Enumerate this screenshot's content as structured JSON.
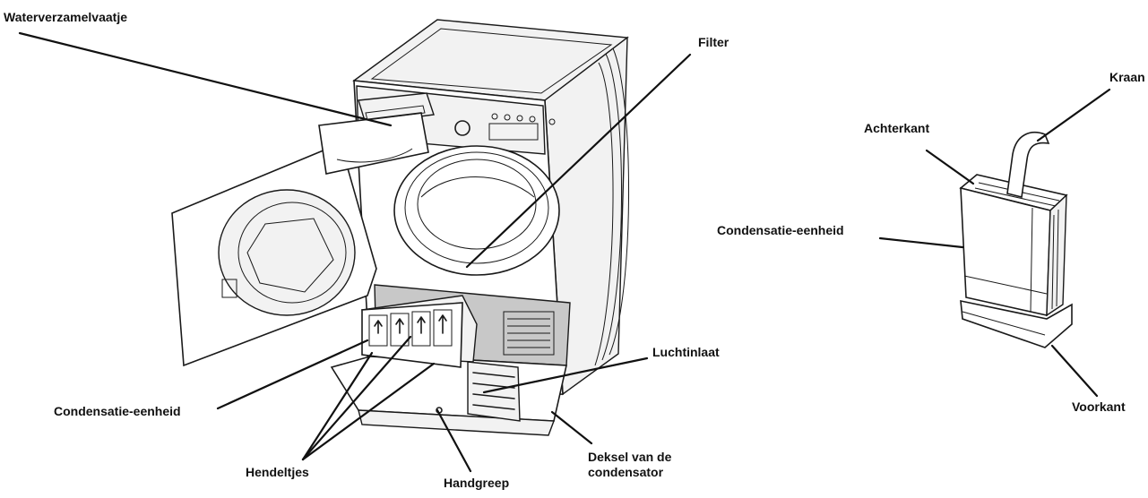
{
  "labels": {
    "waterverzamelvaatje": "Waterverzamelvaatje",
    "filter": "Filter",
    "condensatie_left": "Condensatie-eenheid",
    "hendeltjes": "Hendeltjes",
    "handgreep": "Handgreep",
    "luchtinlaat": "Luchtinlaat",
    "deksel": "Deksel van de\ncondensator",
    "kraan": "Kraan",
    "achterkant": "Achterkant",
    "condensatie_right": "Condensatie-eenheid",
    "voorkant": "Voorkant"
  }
}
